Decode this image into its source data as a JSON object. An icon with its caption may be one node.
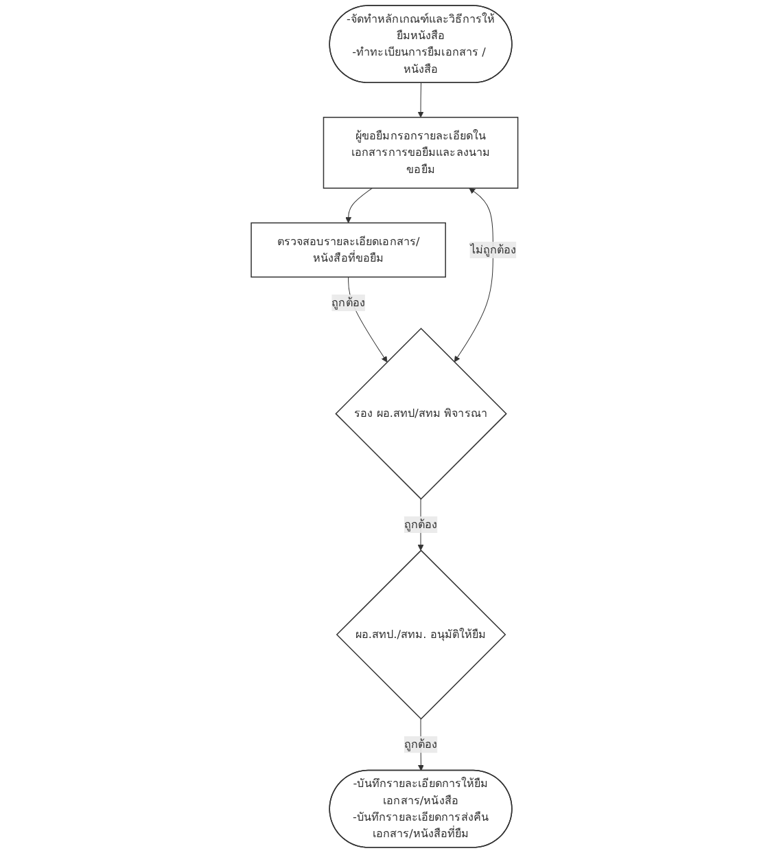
{
  "diagram": {
    "nodes": [
      {
        "text": [
          "-จัดทำหลักเกณฑ์และวิธีการให้ยืมหนังสือ",
          "-ทำทะเบียนการยืมเอกสาร / หนังสือ"
        ]
      },
      {
        "text": [
          "ผู้ขอยืมกรอกรายละเอียดในเอกสารการขอยืมและลงนามขอยืม"
        ]
      },
      {
        "text": [
          "ตรวจสอบรายละเอียดเอกสาร/หนังสือที่ขอยืม"
        ]
      },
      {
        "text": [
          "รอง ผอ.สทป/สทม พิจารณา"
        ]
      },
      {
        "text": [
          "ผอ.สทป./สทม. อนุมัติให้ยืม"
        ]
      },
      {
        "text": [
          "-บันทึกรายละเอียดการให้ยืมเอกสาร/หนังสือ",
          "-บันทึกรายละเอียดการส่งคืนเอกสาร/หนังสือที่ยืม"
        ]
      }
    ],
    "edges": [
      {
        "from": 0,
        "to": 1,
        "arrow": "to"
      },
      {
        "from": 1,
        "to": 2,
        "arrow": "to"
      },
      {
        "from": 2,
        "to": 3,
        "arrow": "to",
        "label": "ถูกต้อง"
      },
      {
        "from": 3,
        "to": 1,
        "arrow": "both",
        "label": "ไม่ถูกต้อง"
      },
      {
        "from": 3,
        "to": 4,
        "arrow": "to",
        "label": "ถูกต้อง"
      },
      {
        "from": 4,
        "to": 5,
        "arrow": "to",
        "label": "ถูกต้อง"
      }
    ]
  }
}
